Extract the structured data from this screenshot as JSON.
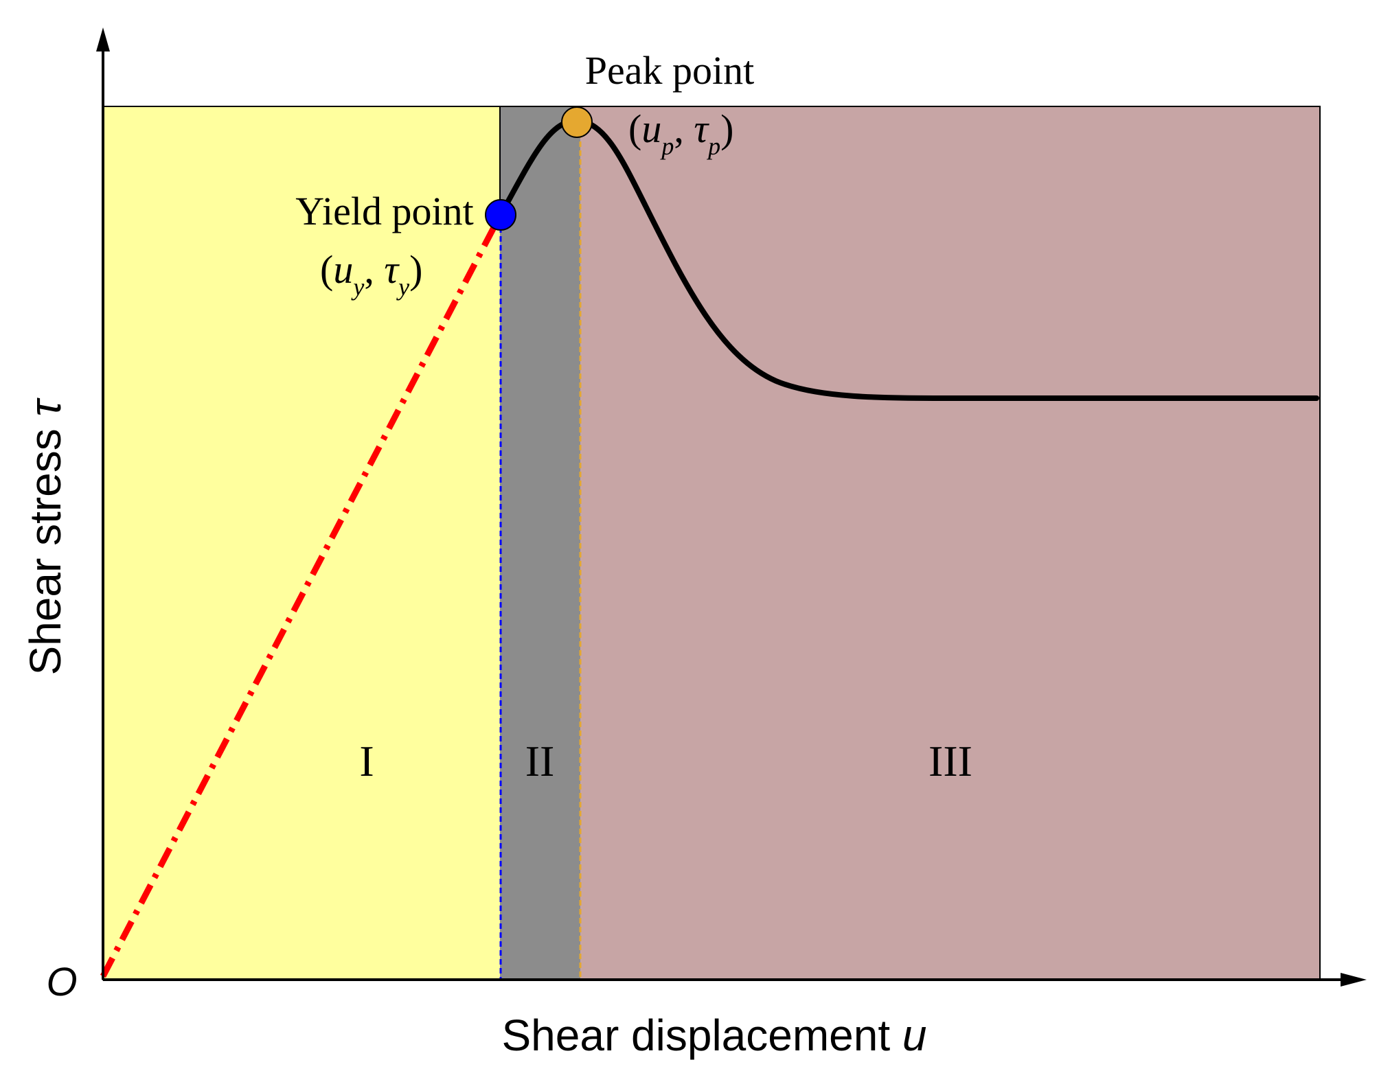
{
  "figure": {
    "origin_label": "O",
    "x_axis": {
      "title": "Shear displacement ",
      "symbol": "u"
    },
    "y_axis": {
      "title": "Shear stress ",
      "symbol": "τ"
    },
    "regions": [
      {
        "label": "I",
        "color": "#ffff9e"
      },
      {
        "label": "II",
        "color": "#8c8c8c"
      },
      {
        "label": "III",
        "color": "#c7a5a5"
      }
    ],
    "yield_point": {
      "title": "Yield point",
      "coord_u": "u",
      "coord_u_sub": "y",
      "coord_tau": "τ",
      "coord_tau_sub": "y",
      "marker_color": "#0000ff"
    },
    "peak_point": {
      "title": "Peak point",
      "coord_u": "u",
      "coord_u_sub": "p",
      "coord_tau": "τ",
      "coord_tau_sub": "p",
      "marker_color": "#e5a830"
    },
    "curves": {
      "elastic_line_color": "#ff0000",
      "stress_curve_color": "#000000",
      "yield_guide_color": "#0000ff",
      "peak_guide_color": "#e5a830"
    }
  }
}
